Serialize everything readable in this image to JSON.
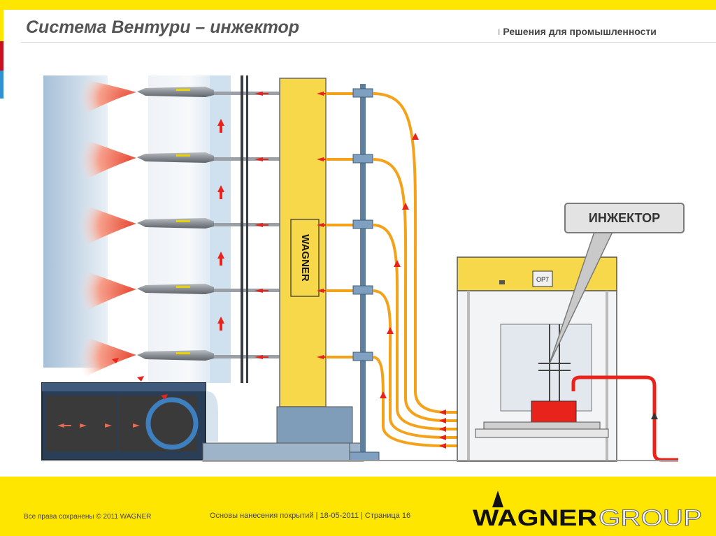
{
  "header": {
    "title": "Система Вентури – инжектор",
    "separator": "I",
    "subtitle": "Решения для промышленности"
  },
  "callout": {
    "label": "ИНЖЕКТОР"
  },
  "equipment": {
    "column_logo": "WAGNER",
    "control_display": "OP7"
  },
  "footer": {
    "copyright": "Все права сохранены © 2011 WAGNER",
    "center": "Основы нанесения покрытий | 18-05-2011 | Страница 16",
    "logo_word1": "WAGNER",
    "logo_word2": "GROUP"
  },
  "colors": {
    "brand_yellow": "#ffe600",
    "accent_red": "#c8101e",
    "accent_blue": "#2e92d2",
    "hose_orange": "#f3a21a",
    "arrow_red": "#e8231c",
    "booth_blue": "#a9c4dc"
  }
}
